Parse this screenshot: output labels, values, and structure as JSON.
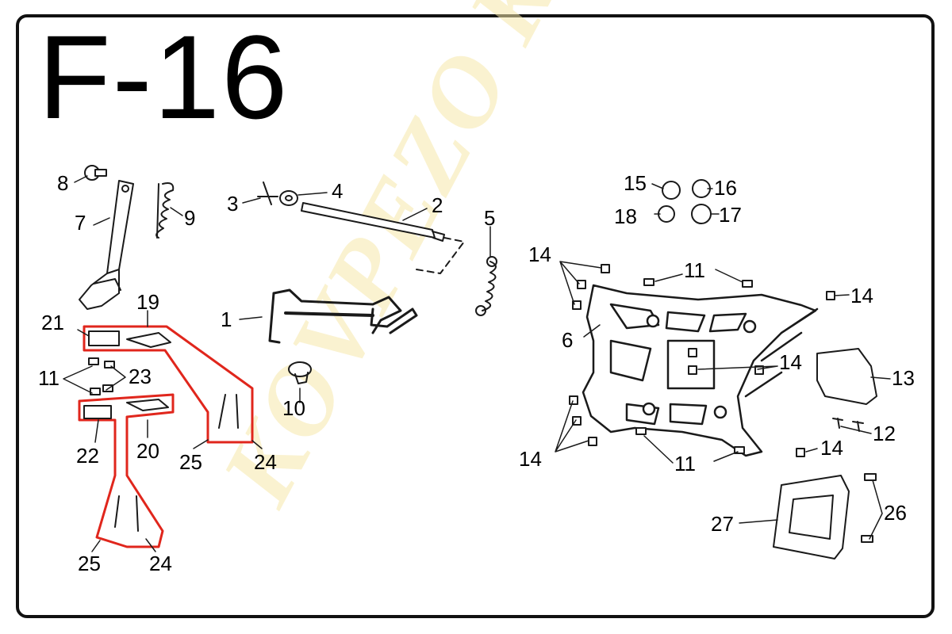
{
  "page": {
    "title": "F-16",
    "watermark": "KOVPEZO KFT."
  },
  "colors": {
    "frame": "#111111",
    "highlight": "#e0261c",
    "watermark": "#f5e8aa",
    "part_fill": "#ffffff",
    "part_stroke": "#1a1a1a"
  },
  "callouts": [
    {
      "id": "c1",
      "text": "1"
    },
    {
      "id": "c2",
      "text": "2"
    },
    {
      "id": "c3",
      "text": "3"
    },
    {
      "id": "c4",
      "text": "4"
    },
    {
      "id": "c5",
      "text": "5"
    },
    {
      "id": "c6",
      "text": "6"
    },
    {
      "id": "c7",
      "text": "7"
    },
    {
      "id": "c8",
      "text": "8"
    },
    {
      "id": "c9",
      "text": "9"
    },
    {
      "id": "c10",
      "text": "10"
    },
    {
      "id": "c11a",
      "text": "11"
    },
    {
      "id": "c11b",
      "text": "11"
    },
    {
      "id": "c11c",
      "text": "11"
    },
    {
      "id": "c12",
      "text": "12"
    },
    {
      "id": "c13",
      "text": "13"
    },
    {
      "id": "c14a",
      "text": "14"
    },
    {
      "id": "c14b",
      "text": "14"
    },
    {
      "id": "c14c",
      "text": "14"
    },
    {
      "id": "c14d",
      "text": "14"
    },
    {
      "id": "c14e",
      "text": "14"
    },
    {
      "id": "c15",
      "text": "15"
    },
    {
      "id": "c16",
      "text": "16"
    },
    {
      "id": "c17",
      "text": "17"
    },
    {
      "id": "c18",
      "text": "18"
    },
    {
      "id": "c19",
      "text": "19"
    },
    {
      "id": "c20",
      "text": "20"
    },
    {
      "id": "c21",
      "text": "21"
    },
    {
      "id": "c22",
      "text": "22"
    },
    {
      "id": "c23",
      "text": "23"
    },
    {
      "id": "c24a",
      "text": "24"
    },
    {
      "id": "c24b",
      "text": "24"
    },
    {
      "id": "c25a",
      "text": "25"
    },
    {
      "id": "c25b",
      "text": "25"
    },
    {
      "id": "c26",
      "text": "26"
    },
    {
      "id": "c27",
      "text": "27"
    }
  ]
}
